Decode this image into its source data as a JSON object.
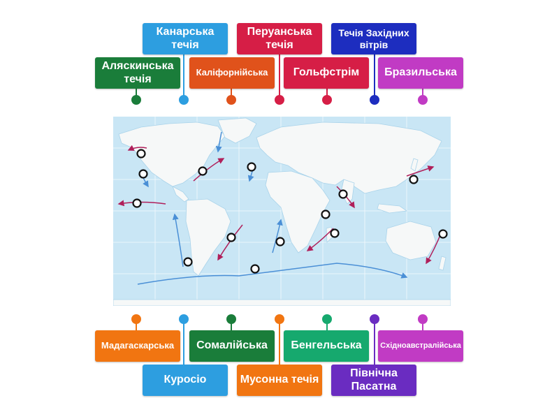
{
  "colors": {
    "green_dark": "#1a7d3a",
    "blue": "#2d9ee0",
    "orange": "#e0521b",
    "red": "#d61e46",
    "navy": "#1d2dbf",
    "magenta": "#c13bc4",
    "orange_light": "#f17511",
    "teal": "#16a96e",
    "purple": "#6a2cc1",
    "current_warm": "#b01f5a",
    "current_cold": "#4a8fd6"
  },
  "top_labels": {
    "alaska": "Аляскинська течія",
    "canary": "Канарська течія",
    "california": "Каліфорнійська",
    "peru": "Перуанська течія",
    "gulf": "Гольфстрім",
    "westwind": "Течія Західних вітрів",
    "brazil": "Бразильська"
  },
  "bottom_labels": {
    "madagascar": "Мадагаскарська",
    "kuroshio": "Куросіо",
    "somali": "Сомалійська",
    "monsoon": "Мусонна течія",
    "benguela": "Бенгельська",
    "northpacific": "Північна Пасатна",
    "eastaustralian": "Східноавстралійська"
  }
}
